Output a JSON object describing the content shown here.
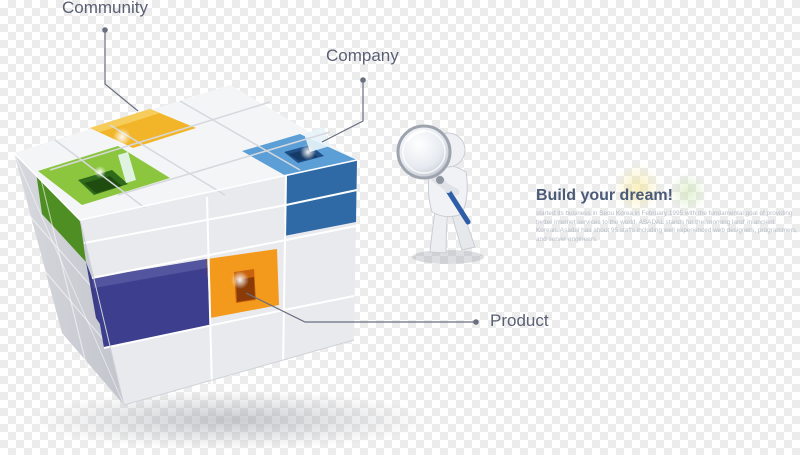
{
  "labels": {
    "community": "Community",
    "company": "Company",
    "product": "Product"
  },
  "headline": "Build your dream!",
  "body_text": "started its business in Seou Korea in February 1995 with the fundamental goal of providing better internet services to the world. ASADAL stands for the 'morning land' in ancient Korean. Asadal has about 95 staffs including well experienced web designers, programmers, and server engineers.",
  "colors": {
    "label_text": "#5a5f73",
    "headline_text": "#4a5a78",
    "connector": "#6a6f80",
    "cube_white": "#f2f3f5",
    "accent_yellow": "#f2b52a",
    "accent_green": "#8cc63e",
    "accent_blue": "#5b9fd6",
    "accent_navy": "#3d3f8e",
    "accent_orange": "#f39a1d"
  }
}
